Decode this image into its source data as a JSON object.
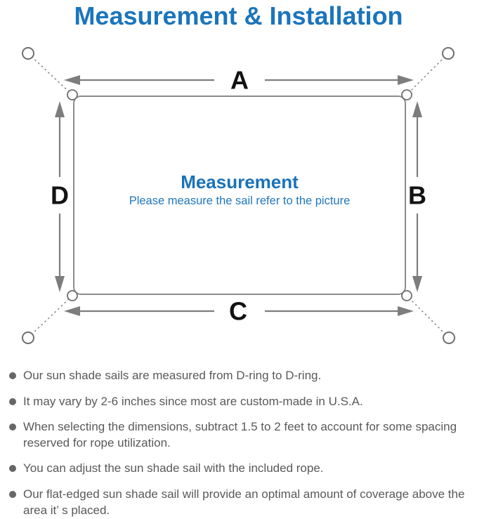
{
  "page_title": "Measurement & Installation",
  "colors": {
    "accent_blue": "#1b75bb",
    "diagram_line_gray": "#7d7d7d",
    "body_text_gray": "#595959"
  },
  "diagram": {
    "center_title": "Measurement",
    "center_subtitle": "Please measure the sail refer to the picture",
    "dimension_labels": {
      "top": "A",
      "right": "B",
      "bottom": "C",
      "left": "D"
    }
  },
  "bullets": [
    "Our sun shade sails are measured from D-ring to D-ring.",
    "It may vary by 2-6 inches since most are custom-made in U.S.A.",
    "When selecting the dimensions, subtract 1.5 to 2 feet to account for some spacing reserved for rope utilization.",
    "You can adjust the sun shade sail with the included rope.",
    "Our flat-edged sun shade sail will provide an optimal amount of coverage above the area it’ s placed."
  ]
}
